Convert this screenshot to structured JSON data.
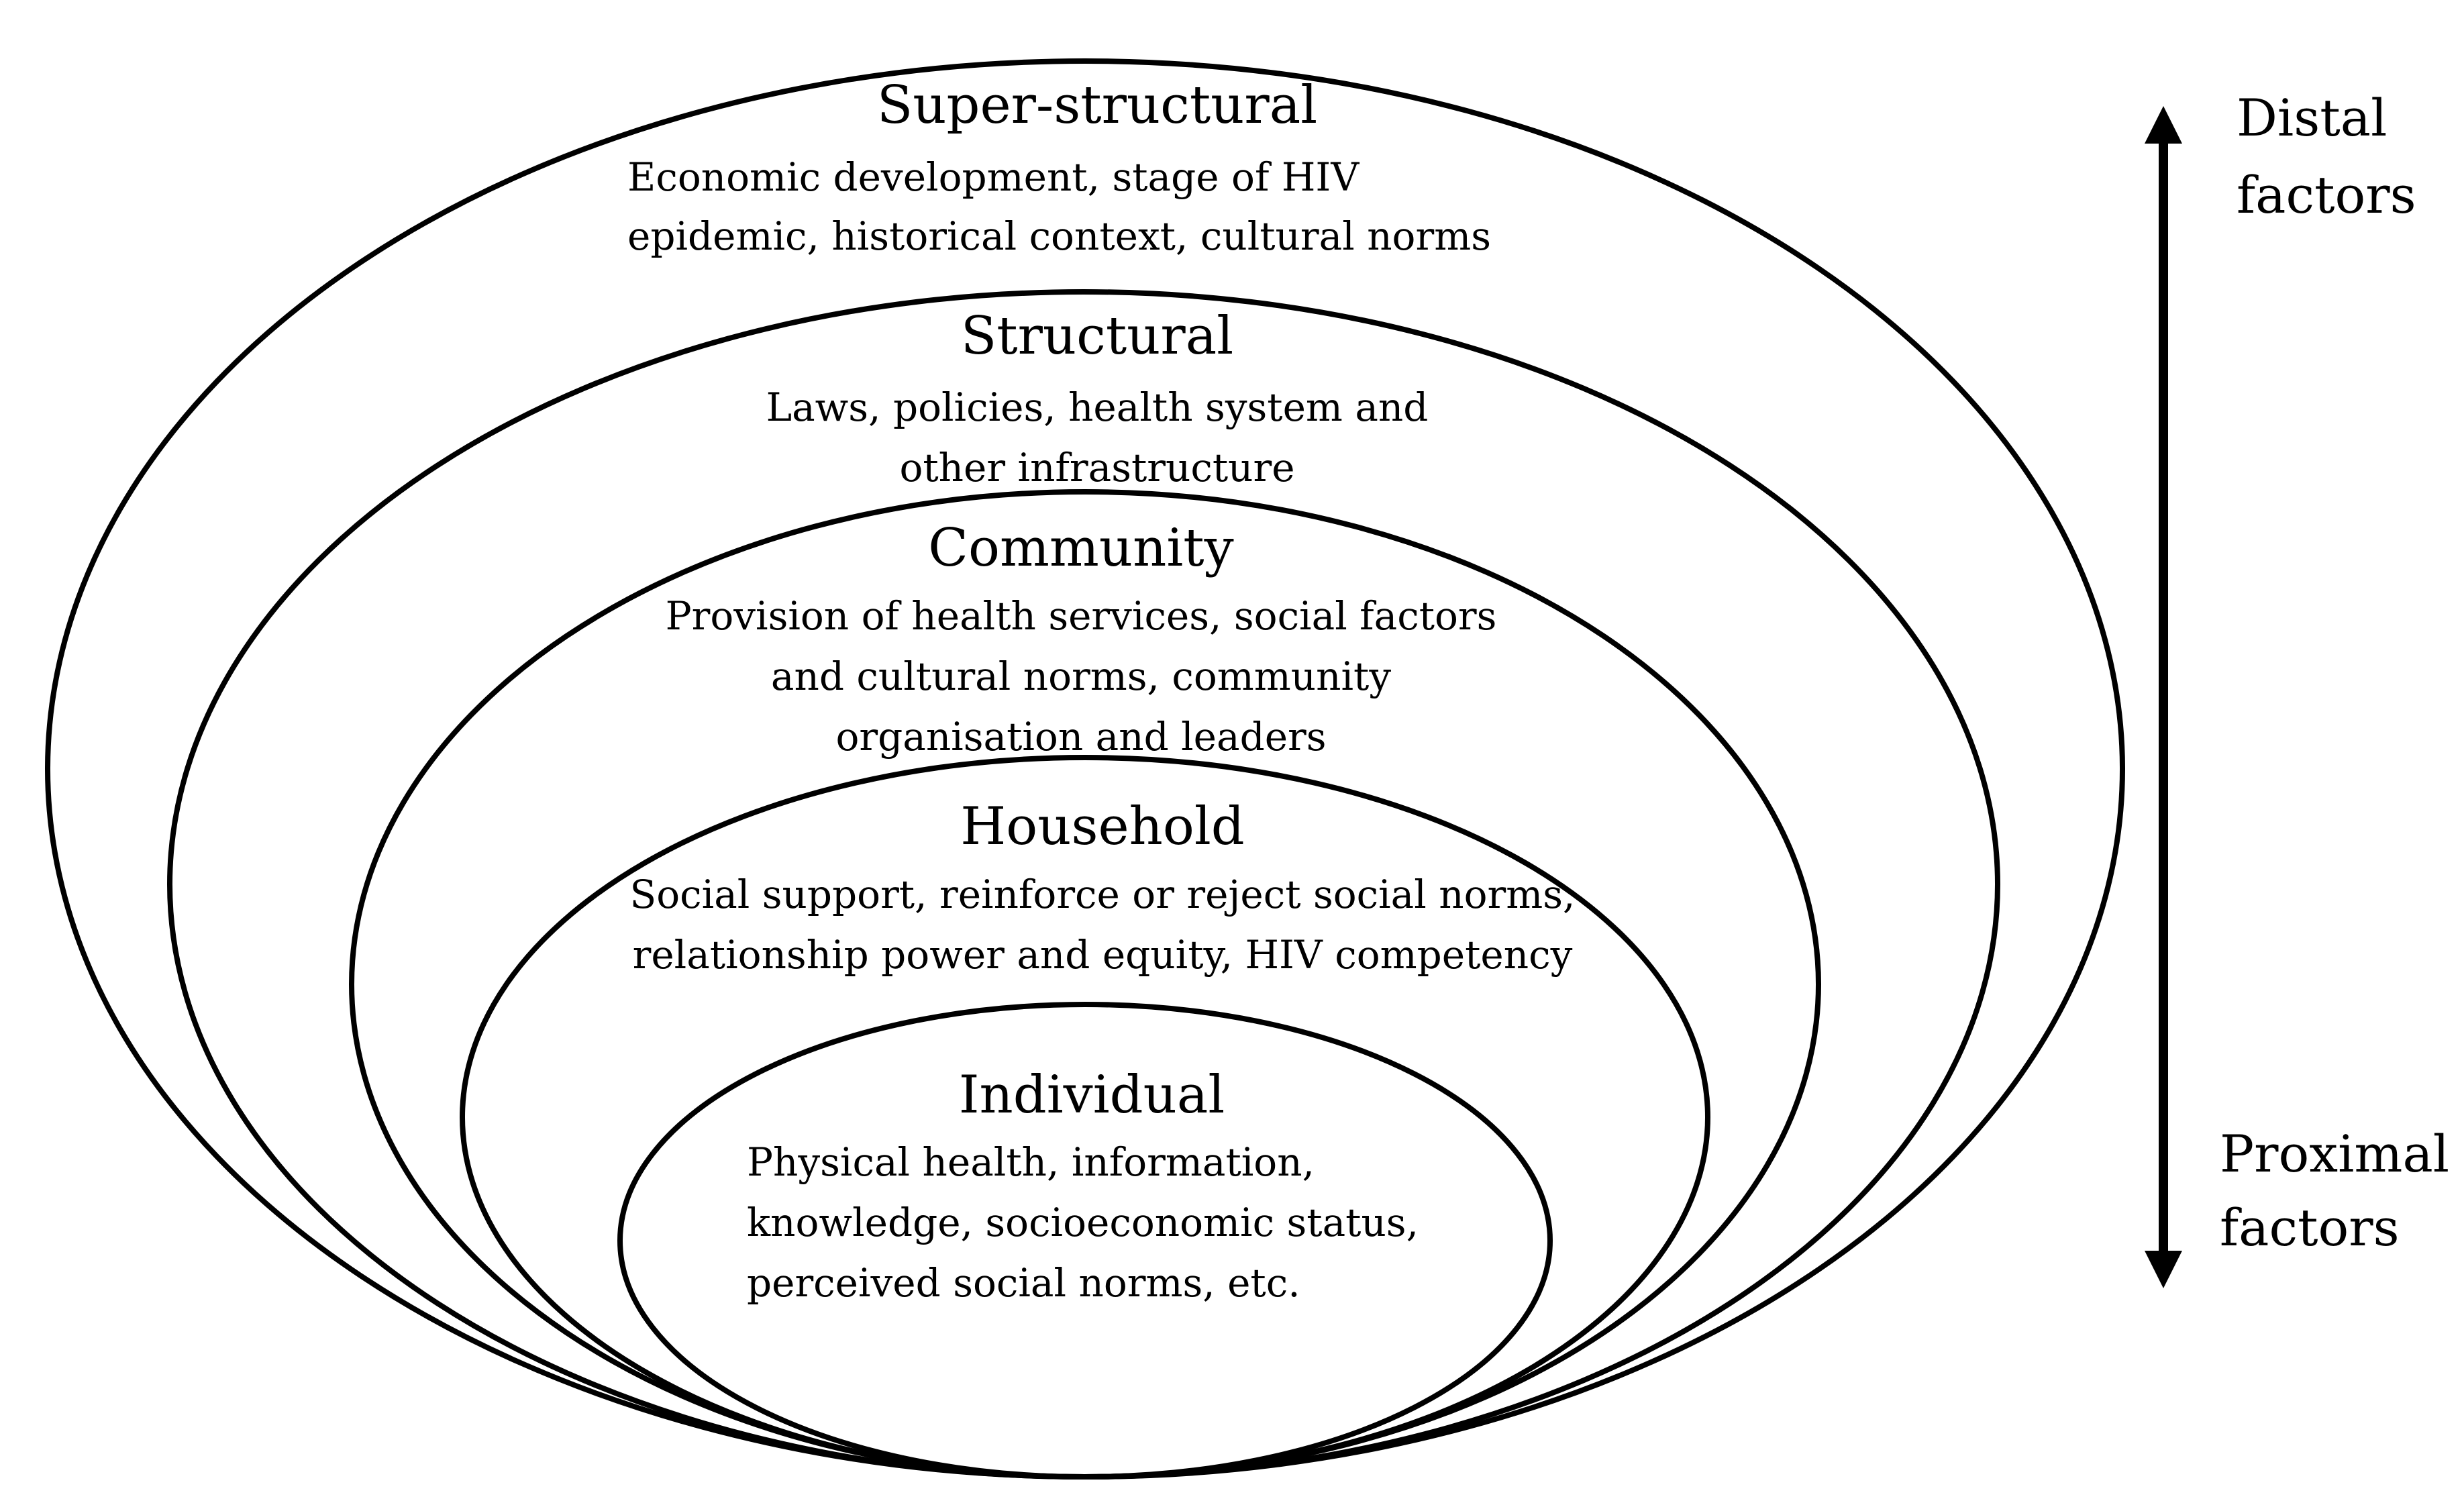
{
  "layers": [
    {
      "title": "Super-structural",
      "lines": [
        "Economic development, stage of HIV",
        "epidemic, historical context, cultural norms"
      ]
    },
    {
      "title": "Structural",
      "lines": [
        "Laws, policies, health system and",
        "other infrastructure"
      ]
    },
    {
      "title": "Community",
      "lines": [
        "Provision of health services, social factors",
        "and cultural norms, community",
        "organisation and leaders"
      ]
    },
    {
      "title": "Household",
      "lines": [
        "Social support, reinforce or reject social norms,",
        "relationship power and equity, HIV competency"
      ]
    },
    {
      "title": "Individual",
      "lines": [
        "Physical health, information,",
        "knowledge, socioeconomic status,",
        "perceived social norms, etc."
      ]
    }
  ],
  "axis": {
    "top_line1": "Distal",
    "top_line2": "factors",
    "bottom_line1": "Proximal",
    "bottom_line2": "factors"
  }
}
